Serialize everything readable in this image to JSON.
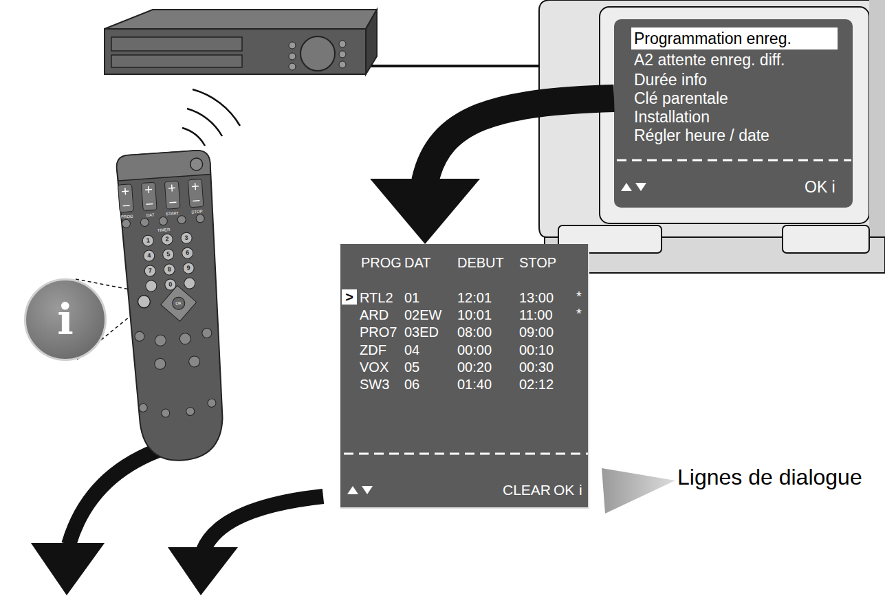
{
  "diagram": {
    "nodes": [
      {
        "text": [
          "Programmation enreg.",
          "A2 attente enreg. diff.",
          "Durée info",
          "Clé parentale",
          "Installation",
          "Régler heure / date",
          "OK i"
        ]
      },
      {
        "text": [
          "CLEAR",
          "OK",
          "i"
        ]
      },
      {
        "text": [
          "i"
        ]
      }
    ],
    "edges": [
      {
        "from": 0,
        "to": 1,
        "arrow": "to"
      }
    ],
    "labels": [
      "PROG",
      "DAT",
      "DEBUT",
      "STOP",
      ">",
      "RTL2",
      "01",
      "12:01",
      "13:00",
      "*",
      "ARD",
      "02EW",
      "10:01",
      "11:00",
      "*",
      "PRO7",
      "03ED",
      "08:00",
      "09:00",
      "ZDF",
      "04",
      "00:00",
      "00:10",
      "VOX",
      "05",
      "00:20",
      "00:30",
      "SW3",
      "06",
      "01:40",
      "02:12",
      "Lignes de dialogue",
      "PROG",
      "DAT",
      "START",
      "STOP",
      "TIMER",
      "1",
      "2",
      "3",
      "4",
      "5",
      "6",
      "7",
      "8",
      "9",
      "0",
      "OK"
    ]
  }
}
